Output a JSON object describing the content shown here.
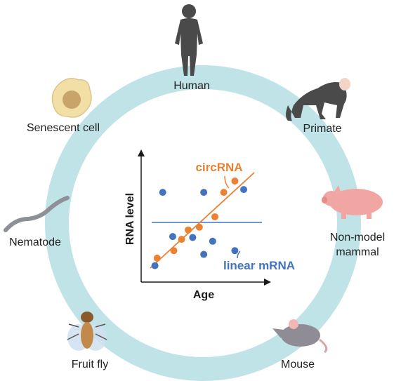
{
  "colors": {
    "ring": "#bfe3e6",
    "circ": "#ec8133",
    "linear": "#4273bf",
    "animal": "#4a4a4a",
    "pig": "#f2a6a4",
    "mouse": "#8f8c96",
    "cell": "#f1dfa6"
  },
  "organisms": [
    {
      "label": "Human",
      "icon": "human-silhouette-icon"
    },
    {
      "label": "Primate",
      "icon": "monkey-icon"
    },
    {
      "label": "Non-model mammal",
      "line1": "Non-model",
      "line2": "mammal",
      "icon": "pig-icon"
    },
    {
      "label": "Mouse",
      "icon": "mouse-icon"
    },
    {
      "label": "Fruit fly",
      "icon": "fruit-fly-icon"
    },
    {
      "label": "Nematode",
      "icon": "worm-icon"
    },
    {
      "label": "Senescent cell",
      "icon": "cell-icon"
    }
  ],
  "chart_data": {
    "type": "scatter",
    "xlabel": "Age",
    "ylabel": "RNA level",
    "series": [
      {
        "name": "circRNA",
        "color": "#ec8133",
        "trend": "increasing",
        "points": [
          [
            0.1,
            0.12
          ],
          [
            0.25,
            0.2
          ],
          [
            0.32,
            0.32
          ],
          [
            0.38,
            0.42
          ],
          [
            0.48,
            0.45
          ],
          [
            0.62,
            0.56
          ],
          [
            0.7,
            0.82
          ],
          [
            0.8,
            0.94
          ]
        ]
      },
      {
        "name": "linear mRNA",
        "color": "#4273bf",
        "trend": "flat",
        "points": [
          [
            0.08,
            0.04
          ],
          [
            0.15,
            0.82
          ],
          [
            0.24,
            0.35
          ],
          [
            0.42,
            0.34
          ],
          [
            0.52,
            0.82
          ],
          [
            0.52,
            0.16
          ],
          [
            0.6,
            0.3
          ],
          [
            0.8,
            0.2
          ],
          [
            0.88,
            0.85
          ]
        ]
      }
    ]
  }
}
